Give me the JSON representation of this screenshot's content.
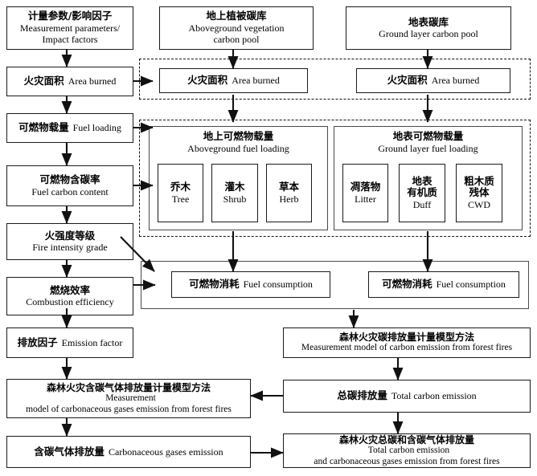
{
  "diagram": {
    "title": "Forest fire carbon emission measurement flowchart",
    "colors": {
      "line": "#1a1a1a",
      "groupBorder": "#4a4a4a",
      "background": "#ffffff"
    }
  },
  "nodes": {
    "measurement_params": {
      "cn": "计量参数/影响因子",
      "en_line1": "Measurement parameters/",
      "en_line2": "Impact factors"
    },
    "aboveground_pool": {
      "cn": "地上植被碳库",
      "en_line1": "Aboveground vegetation",
      "en_line2": "carbon pool"
    },
    "ground_pool": {
      "cn": "地表碳库",
      "en_line1": "Ground layer carbon pool",
      "en_line2": ""
    },
    "area_burned_left": {
      "cn": "火灾面积",
      "en": "Area burned"
    },
    "area_burned_mid": {
      "cn": "火灾面积",
      "en": "Area burned"
    },
    "area_burned_right": {
      "cn": "火灾面积",
      "en": "Area burned"
    },
    "fuel_loading": {
      "cn": "可燃物载量",
      "en": "Fuel loading"
    },
    "aboveground_fuel_loading": {
      "cn": "地上可燃物载量",
      "en": "Aboveground fuel loading"
    },
    "ground_fuel_loading": {
      "cn": "地表可燃物载量",
      "en": "Ground layer fuel loading"
    },
    "tree": {
      "cn": "乔木",
      "en": "Tree"
    },
    "shrub": {
      "cn": "灌木",
      "en": "Shrub"
    },
    "herb": {
      "cn": "草本",
      "en": "Herb"
    },
    "litter": {
      "cn": "凋落物",
      "en": "Litter"
    },
    "duff": {
      "cn": "地表",
      "cn2": "有机质",
      "en": "Duff"
    },
    "cwd": {
      "cn": "粗木质",
      "cn2": "残体",
      "en": "CWD"
    },
    "fuel_carbon_content": {
      "cn": "可燃物含碳率",
      "en": "Fuel carbon content"
    },
    "fire_intensity": {
      "cn": "火强度等级",
      "en": "Fire intensity grade"
    },
    "combustion_efficiency": {
      "cn": "燃烧效率",
      "en": "Combustion efficiency"
    },
    "emission_factor": {
      "cn": "排放因子",
      "en": "Emission factor"
    },
    "fuel_consumption_left": {
      "cn": "可燃物消耗",
      "en": "Fuel consumption"
    },
    "fuel_consumption_right": {
      "cn": "可燃物消耗",
      "en": "Fuel consumption"
    },
    "carbon_model": {
      "cn": "森林火灾碳排放量计量模型方法",
      "en": "Measurement model of carbon emission from forest fires"
    },
    "total_carbon": {
      "cn": "总碳排放量",
      "en": "Total carbon emission"
    },
    "gas_model": {
      "cn": "森林火灾含碳气体排放量计量模型方法",
      "en_line1": "Measurement",
      "en_line2": "model of carbonaceous gases emission from forest fires"
    },
    "gas_emission": {
      "cn": "含碳气体排放量",
      "en": "Carbonaceous gases emission"
    },
    "total_and_gas": {
      "cn": "森林火灾总碳和含碳气体排放量",
      "en_line1": "Total carbon emission",
      "en_line2": "and carbonaceous gases emission from forest fires"
    }
  }
}
